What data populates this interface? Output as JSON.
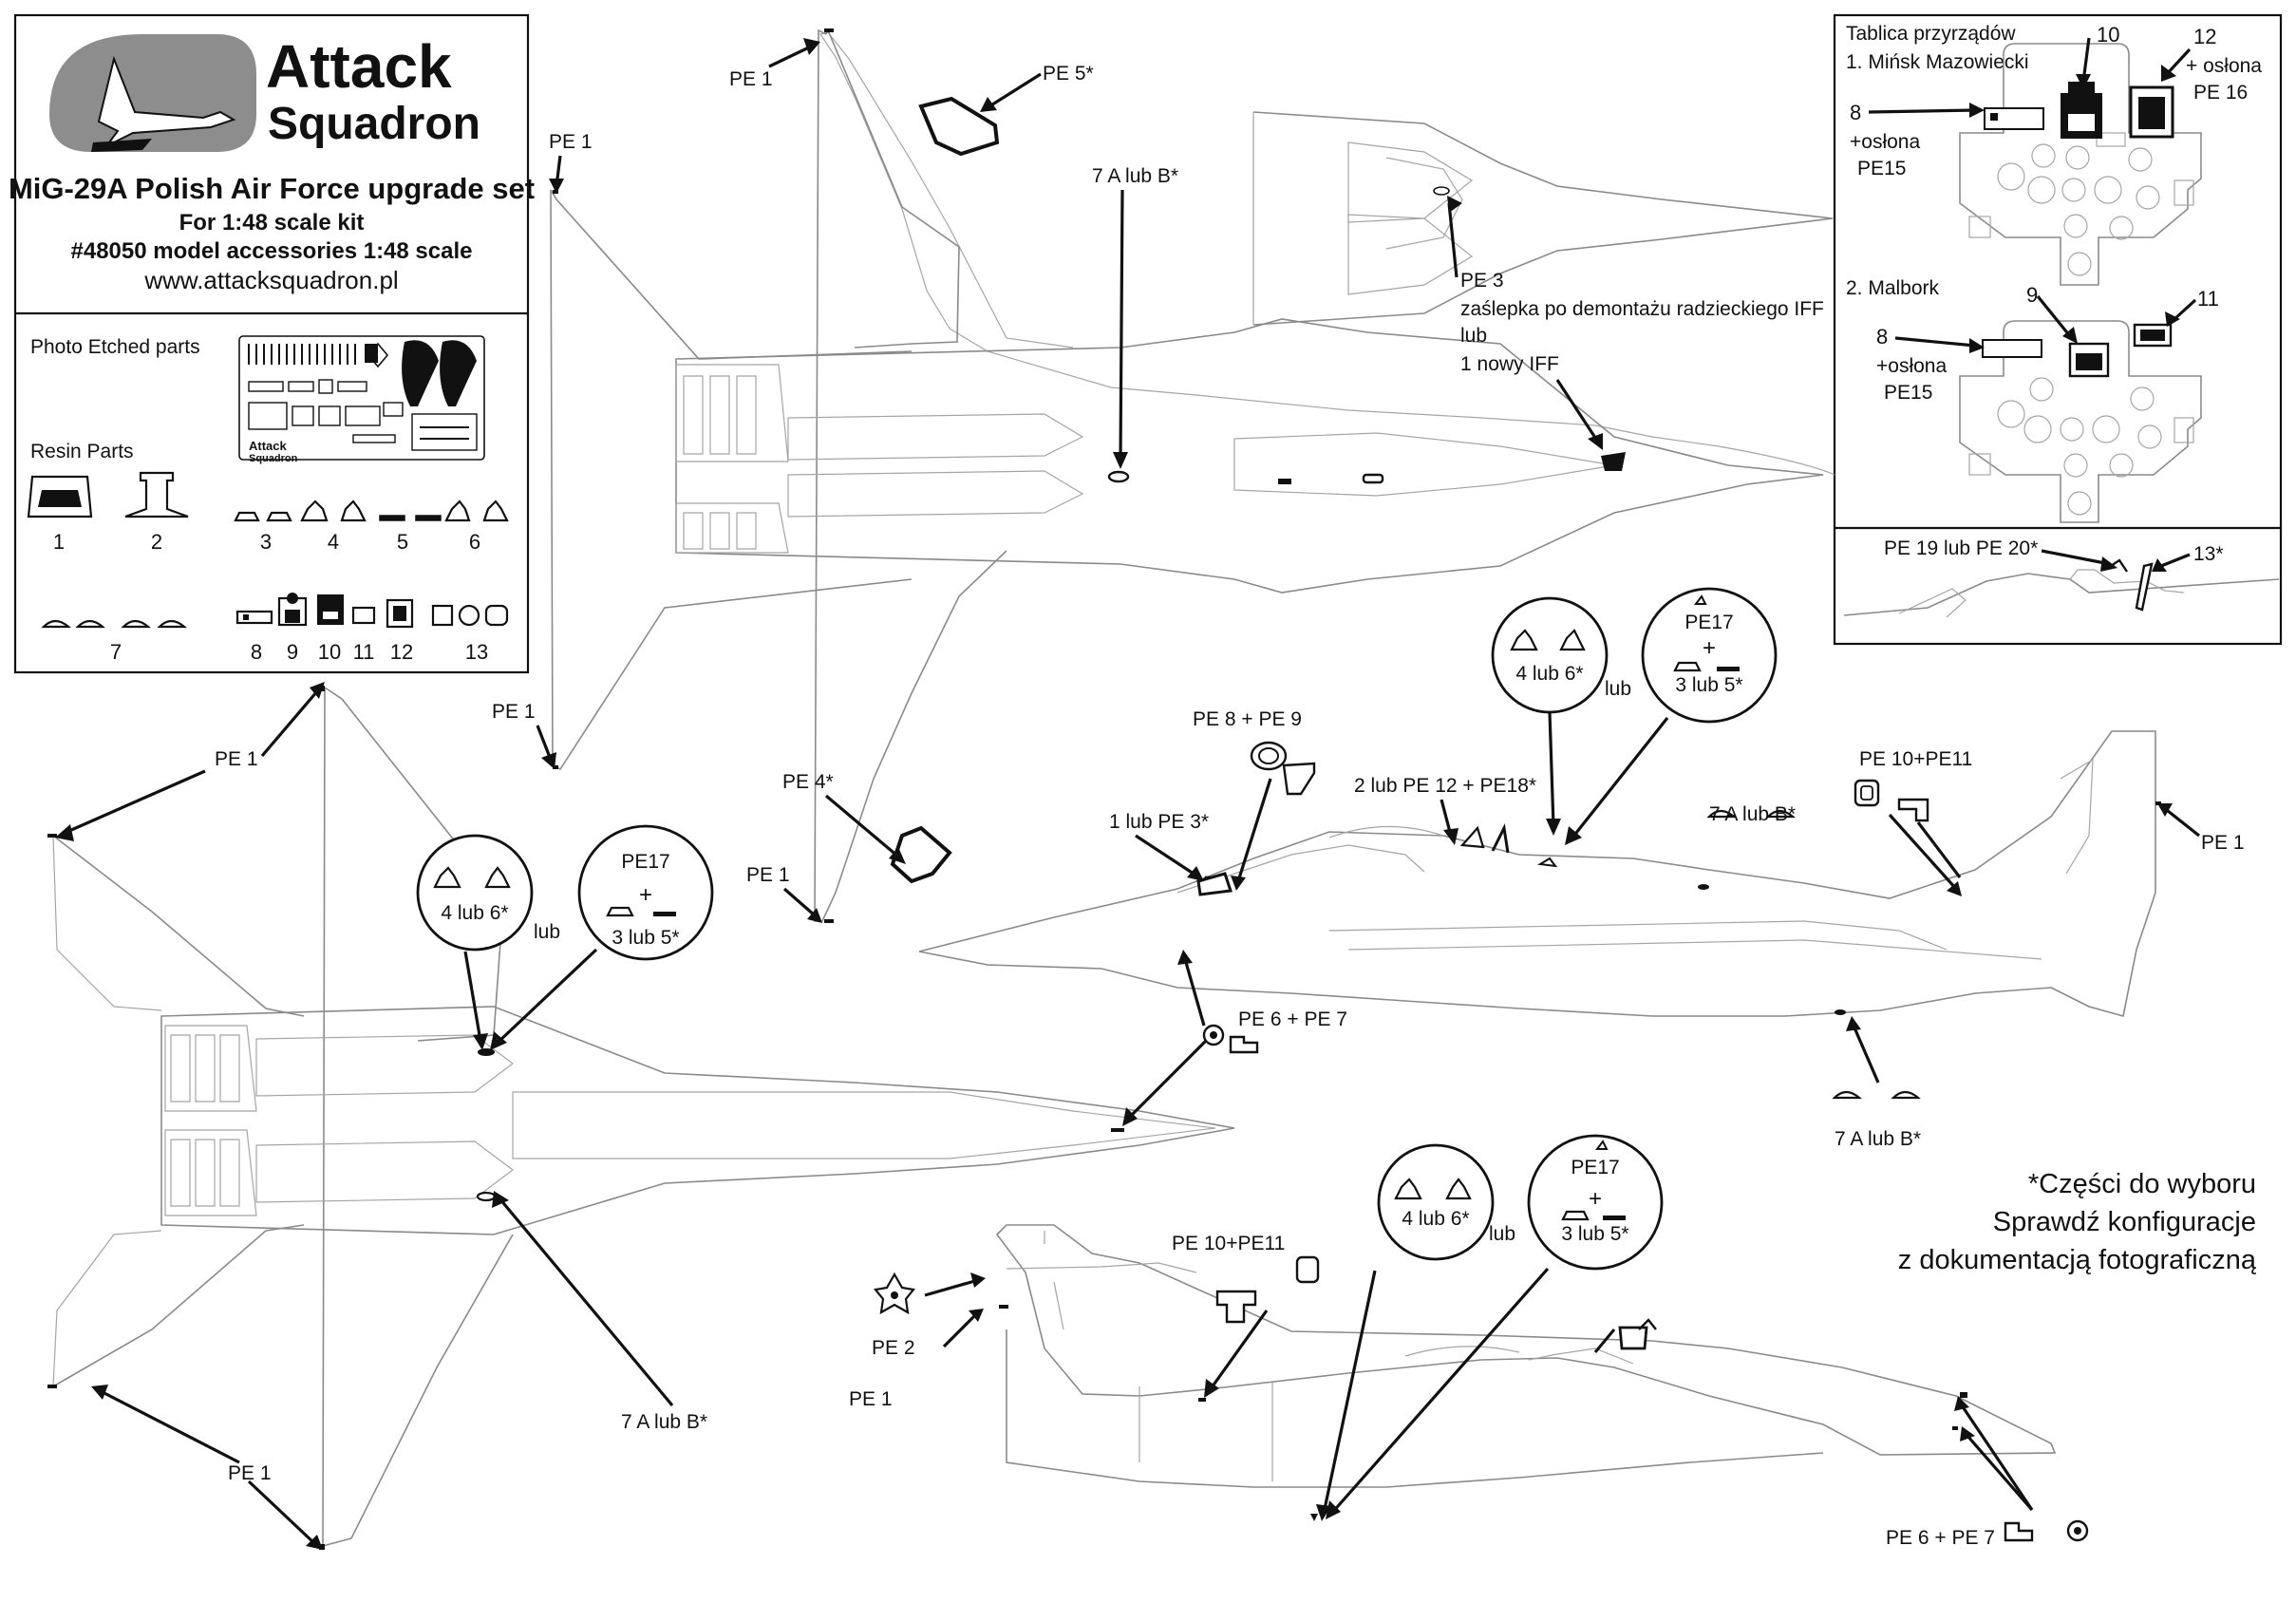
{
  "header": {
    "brand_line1": "Attack",
    "brand_line2": "Squadron",
    "title": "MiG-29A Polish Air Force upgrade set",
    "scale": "For 1:48 scale kit",
    "catalog": "#48050 model accessories 1:48 scale",
    "url": "www.attacksquadron.pl"
  },
  "parts_panel": {
    "pe_heading": "Photo Etched parts",
    "resin_heading": "Resin Parts",
    "fret_logo_1": "Attack",
    "fret_logo_2": "Squadron",
    "resin_numbers_row1": [
      "1",
      "2",
      "3",
      "4",
      "5",
      "6"
    ],
    "resin_numbers_row2": [
      "7",
      "8",
      "9",
      "10",
      "11",
      "12",
      "13"
    ]
  },
  "panel_box": {
    "title": "Tablica przyrządów",
    "variant1": "1. Mińsk Mazowiecki",
    "variant2": "2. Malbork",
    "num10": "10",
    "num12": "12",
    "cover_pe16_a": "+ osłona",
    "cover_pe16_b": "PE 16",
    "num8a": "8",
    "cover_a1": "+osłona",
    "cover_a2": "PE15",
    "num9": "9",
    "num11": "11",
    "num8b": "8",
    "cover_b1": "+osłona",
    "cover_b2": "PE15"
  },
  "seat_box": {
    "label_a": "PE 19 lub PE 20*",
    "label_b": "13*"
  },
  "callouts": {
    "pe1": "PE 1",
    "pe2": "PE 2",
    "pe3": "PE 3",
    "pe3_note1": "zaślepka po demontażu radzieckiego IFF",
    "pe3_note2": "lub",
    "pe3_note3": "1 nowy IFF",
    "pe4": "PE 4*",
    "pe5": "PE 5*",
    "seven_ab": "7 A lub B*",
    "pe6_pe7": "PE 6 + PE 7",
    "pe8_pe9": "PE 8 + PE 9",
    "one_or_pe3": "1 lub PE 3*",
    "two_or_pe12": "2 lub PE 12 + PE18*",
    "pe10_pe11": "PE 10+PE11",
    "four_or_six": "4 lub 6*",
    "lub": "lub",
    "pe17": "PE17",
    "plus": "+",
    "three_or_five": "3 lub 5*"
  },
  "note": {
    "line1": "*Części do wyboru",
    "line2": "Sprawdź konfiguracje",
    "line3": "z dokumentacją fotograficzną"
  }
}
